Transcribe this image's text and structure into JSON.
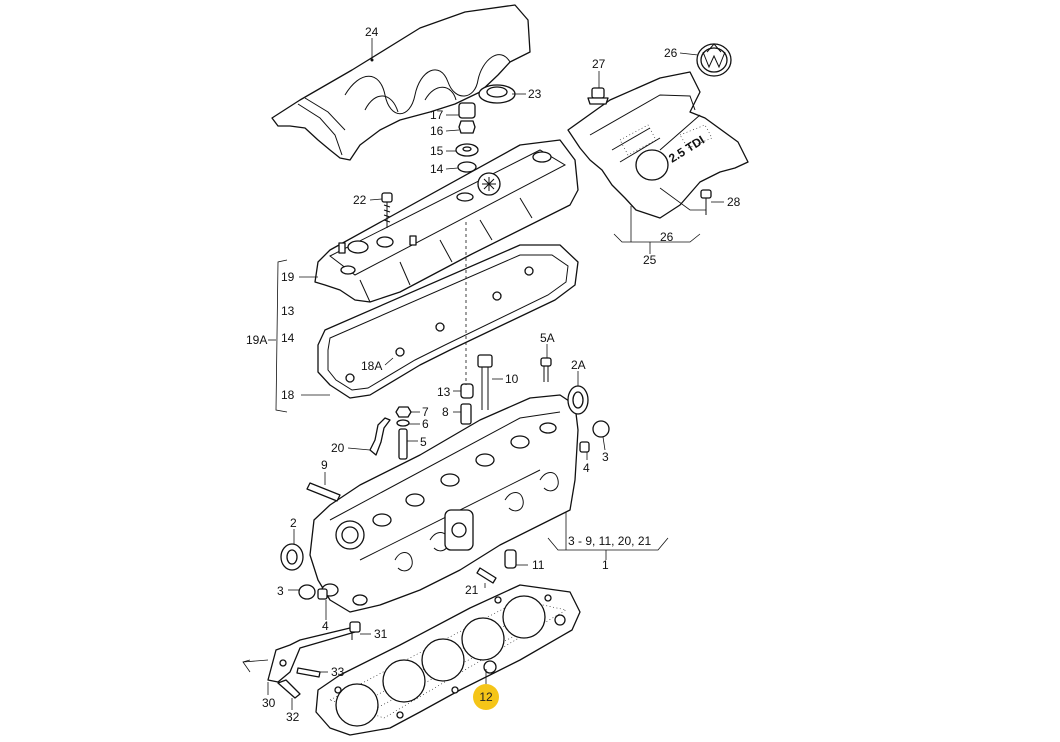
{
  "labels": {
    "p24": "24",
    "p23": "23",
    "p27": "27",
    "p26a": "26",
    "p17": "17",
    "p16": "16",
    "p15": "15",
    "p14": "14",
    "p22": "22",
    "p28": "28",
    "p26b": "26",
    "p25": "25",
    "p19": "19",
    "p13a": "13",
    "p19a": "19A",
    "p14b": "14",
    "p18": "18",
    "p18a": "18A",
    "p5a": "5A",
    "p2a": "2A",
    "p13b": "13",
    "p10": "10",
    "p8": "8",
    "p7": "7",
    "p6": "6",
    "p5": "5",
    "p20": "20",
    "p9": "9",
    "p4a": "4",
    "p3a": "3",
    "p2": "2",
    "p3b": "3",
    "p4b": "4",
    "p11": "11",
    "p21": "21",
    "p31": "31",
    "p33": "33",
    "p30": "30",
    "p32": "32",
    "group_range": "3 - 9, 11, 20, 21",
    "p1": "1",
    "highlight": "12"
  },
  "colors": {
    "highlight": "#F5C518",
    "line": "#111111",
    "background": "#FFFFFF"
  },
  "emblem": "vw-logo-icon",
  "cover_text": "2.5 TDI"
}
